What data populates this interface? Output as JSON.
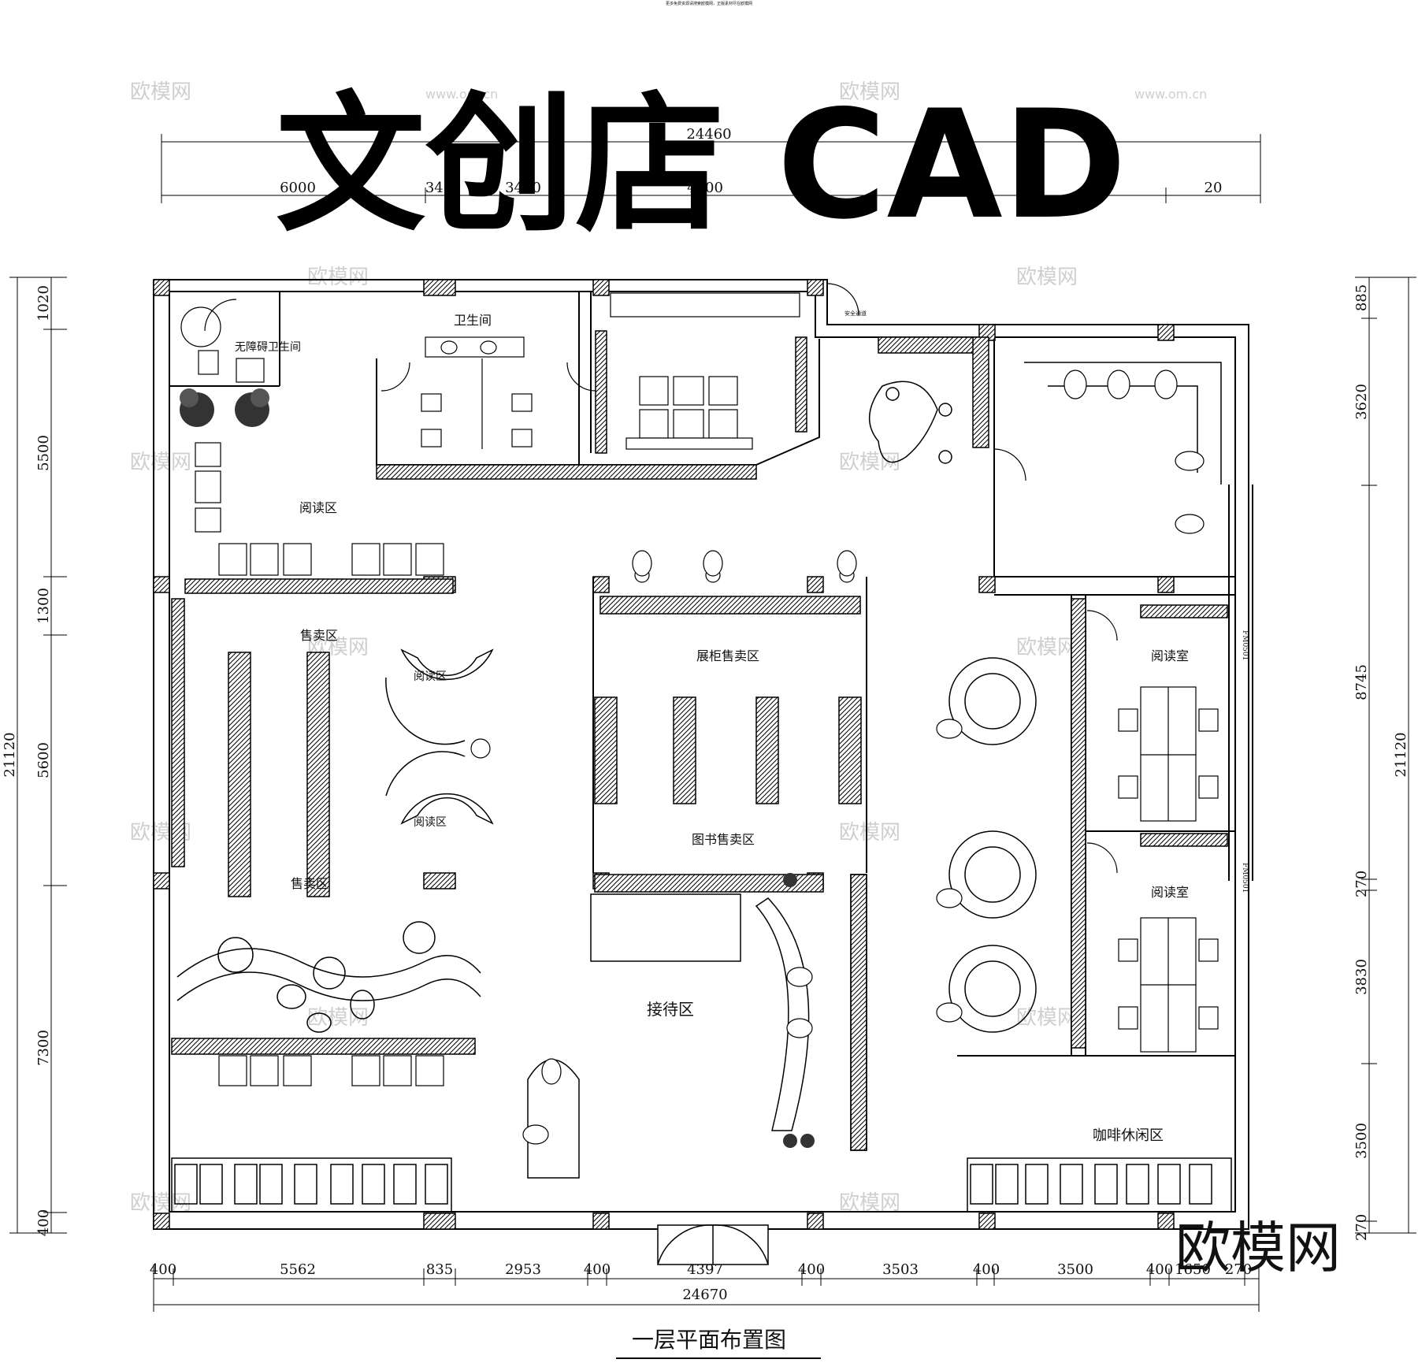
{
  "top_note": "更多免费资源请搜索欧模网，正版素材尽在欧模网",
  "title": "文创店 CAD",
  "subtitle": "一层平面布置图",
  "watermark": "欧模网",
  "watermark_url": "www.om.cn",
  "top_dims": {
    "total": "24460",
    "segments": [
      "6000",
      "340",
      "3400",
      "4400",
      "00",
      "3 0",
      "20"
    ]
  },
  "bottom_dims": {
    "segments": [
      "400",
      "5562",
      "835",
      "2953",
      "400",
      "4397",
      "400",
      "3503",
      "400",
      "3500",
      "400",
      "1650",
      "270"
    ],
    "total": "24670"
  },
  "left_dims": {
    "total": "21120",
    "segments": [
      "1020",
      "5500",
      "1300",
      "5600",
      "7300",
      "400"
    ]
  },
  "right_dims": {
    "total": "21120",
    "segments": [
      "885",
      "3620",
      "8745",
      "270",
      "3830",
      "3500",
      "270"
    ]
  },
  "door_tag": "FM0501",
  "rooms": {
    "accessible_wc": "无障碍卫生间",
    "toilet": "卫生间",
    "safety_exit": "安全通道",
    "reading_area": "阅读区",
    "sales_area_1": "售卖区",
    "reading_area_2": "阅读区",
    "reading_area_3": "阅读区",
    "sales_area_2": "售卖区",
    "showcase_sales": "展柜售卖区",
    "book_sales": "图书售卖区",
    "reception": "接待区",
    "reading_room_1": "阅读室",
    "reading_room_2": "阅读室",
    "cafe": "咖啡休闲区"
  },
  "colors": {
    "line": "#000000",
    "watermark": "#cfcfcf",
    "background": "#ffffff"
  }
}
